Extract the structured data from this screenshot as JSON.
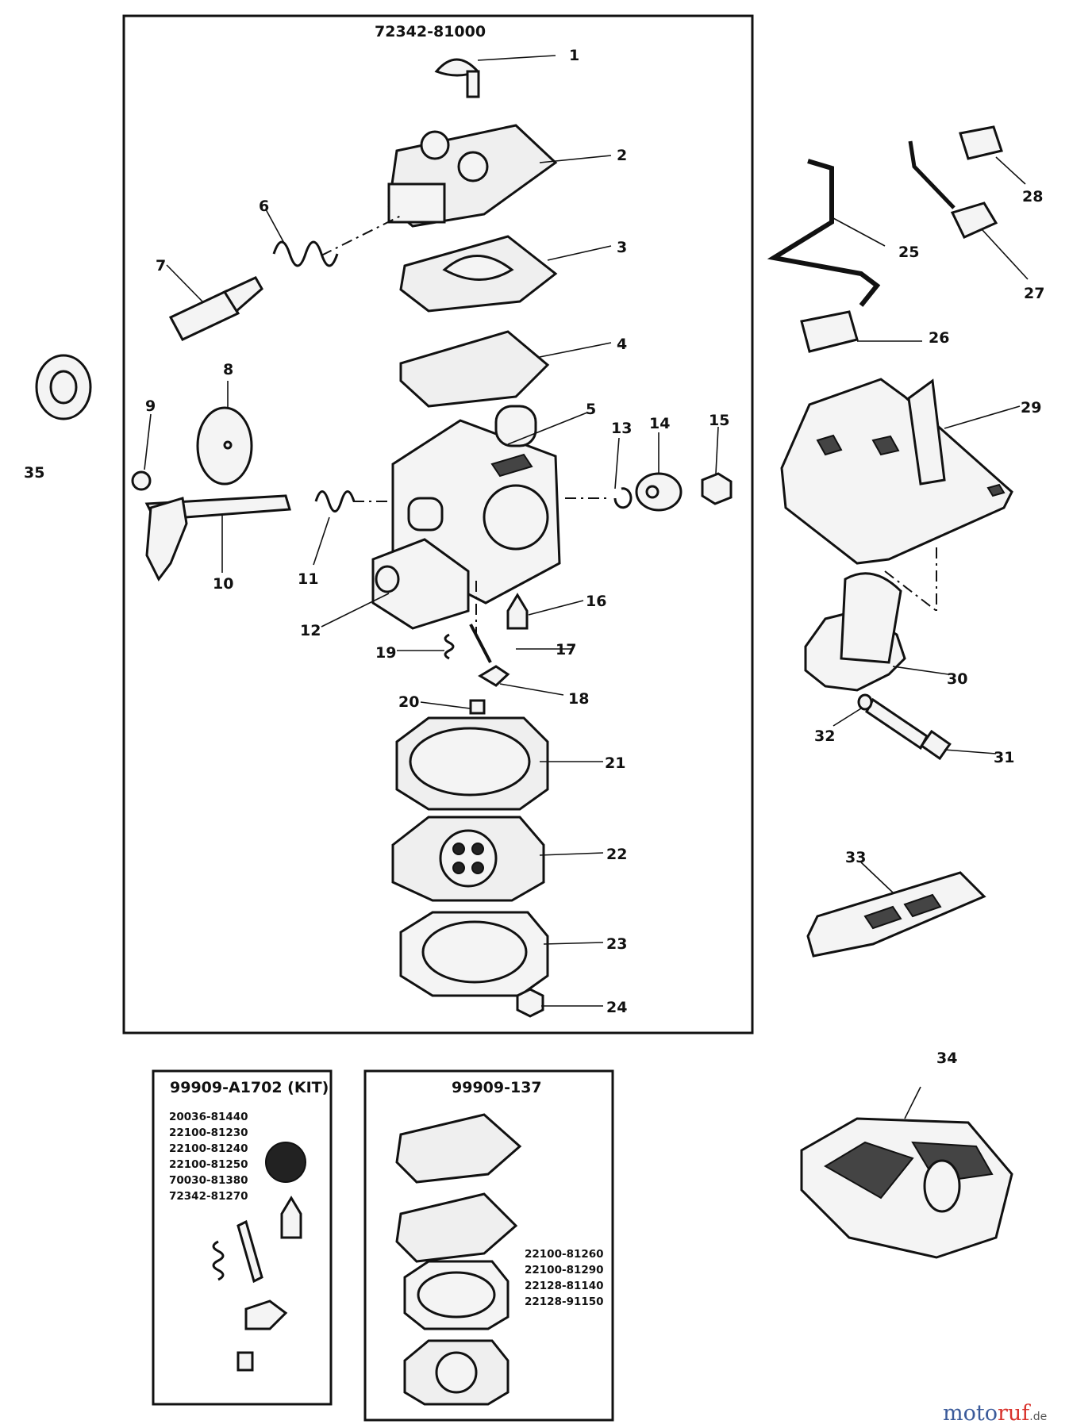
{
  "main_assembly": {
    "part_number": "72342-81000"
  },
  "callouts": [
    "1",
    "2",
    "3",
    "4",
    "5",
    "6",
    "7",
    "8",
    "9",
    "10",
    "11",
    "12",
    "13",
    "14",
    "15",
    "16",
    "17",
    "18",
    "19",
    "20",
    "21",
    "22",
    "23",
    "24",
    "25",
    "26",
    "27",
    "28",
    "29",
    "30",
    "31",
    "32",
    "33",
    "34",
    "35"
  ],
  "kit_a": {
    "title": "99909-A1702 (KIT)",
    "parts": [
      "20036-81440",
      "22100-81230",
      "22100-81240",
      "22100-81250",
      "70030-81380",
      "72342-81270"
    ]
  },
  "kit_b": {
    "title": "99909-137",
    "parts": [
      "22100-81260",
      "22100-81290",
      "22128-81140",
      "22128-91150"
    ]
  },
  "watermark": {
    "brand_a": "moto",
    "brand_b": "ruf",
    "suffix": ".de"
  }
}
